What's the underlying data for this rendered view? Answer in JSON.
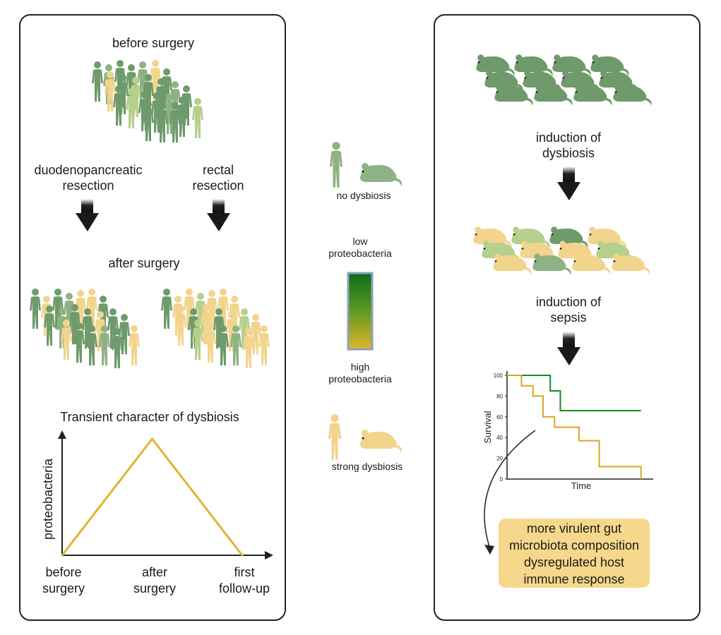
{
  "left_panel": {
    "before_surgery": "before surgery",
    "duodeno_line1": "duodenopancreatic",
    "duodeno_line2": "resection",
    "rectal_line1": "rectal",
    "rectal_line2": "resection",
    "after_surgery": "after surgery",
    "transient_title": "Transient character of dysbiosis"
  },
  "legend": {
    "no_dysbiosis": "no dysbiosis",
    "low_line1": "low",
    "low_line2": "proteobacteria",
    "high_line1": "high",
    "high_line2": "proteobacteria",
    "strong_dysbiosis": "strong dysbiosis",
    "gradient_top": "#0d6b1a",
    "gradient_bottom": "#e3b42a"
  },
  "right_panel": {
    "induction_dysbiosis_line1": "induction of",
    "induction_dysbiosis_line2": "dysbiosis",
    "induction_sepsis_line1": "induction of",
    "induction_sepsis_line2": "sepsis",
    "callout_line1": "more virulent gut",
    "callout_line2": "microbiota composition",
    "callout_line3": "dysregulated host",
    "callout_line4": "immune response"
  },
  "colors": {
    "green_dark": "#6e9a6c",
    "green_mid": "#8fb285",
    "green_light": "#b5cf8c",
    "yellow": "#f3d48c",
    "survival_green": "#1a8a22",
    "survival_yellow": "#dba521",
    "line_yellow": "#e0b531"
  },
  "chart_data": [
    {
      "type": "line",
      "ylabel": "proteobacteria",
      "categories": [
        "before surgery",
        "after surgery",
        "first follow-up"
      ],
      "x_tick_labels": [
        [
          "before",
          "surgery"
        ],
        [
          "after",
          "surgery"
        ],
        [
          "first",
          "follow-up"
        ]
      ],
      "values": [
        0,
        1,
        0
      ],
      "ylim": [
        0,
        1.35
      ]
    },
    {
      "type": "line",
      "xlabel": "Time",
      "ylabel": "Survival",
      "ylim": [
        0,
        100
      ],
      "yticks": [
        0,
        20,
        40,
        60,
        80,
        100
      ],
      "xlim": [
        0,
        10
      ],
      "series": [
        {
          "color": "#1a8a22",
          "x": [
            0,
            3,
            3,
            3.7,
            3.7,
            5,
            5,
            9.3
          ],
          "y": [
            100,
            100,
            85,
            85,
            66,
            66,
            66,
            66
          ]
        },
        {
          "color": "#dba521",
          "x": [
            0,
            1,
            1,
            1.8,
            1.8,
            2.5,
            2.5,
            3.3,
            3.3,
            5,
            5,
            6.4,
            6.4,
            8,
            8,
            9.3,
            9.3
          ],
          "y": [
            100,
            100,
            90,
            90,
            80,
            80,
            60,
            60,
            50,
            50,
            37,
            37,
            12,
            12,
            12,
            12,
            0
          ]
        }
      ]
    }
  ]
}
